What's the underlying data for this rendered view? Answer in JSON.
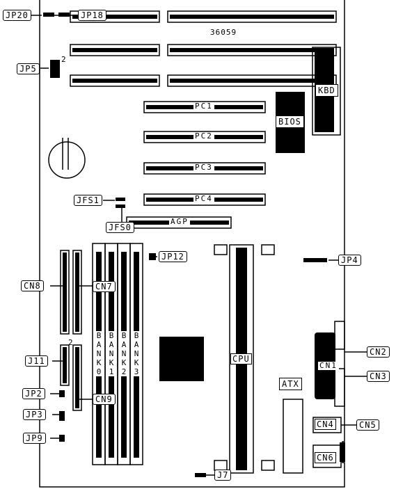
{
  "board_number": "36059",
  "labels": {
    "jp20": "JP20",
    "jp18": "JP18",
    "jp5": "JP5",
    "jp5_pin": "2",
    "kbd": "KBD",
    "bios": "BIOS",
    "pc1": "PC1",
    "pc2": "PC2",
    "pc3": "PC3",
    "pc4": "PC4",
    "jfs1": "JFS1",
    "jfs0": "JFS0",
    "agp": "AGP",
    "jp12": "JP12",
    "jp4": "JP4",
    "cn8": "CN8",
    "cn7": "CN7",
    "bank0": [
      "B",
      "A",
      "N",
      "K",
      "0"
    ],
    "bank1": [
      "B",
      "A",
      "N",
      "K",
      "1"
    ],
    "bank2": [
      "B",
      "A",
      "N",
      "K",
      "2"
    ],
    "bank3": [
      "B",
      "A",
      "N",
      "K",
      "3"
    ],
    "cpu": "CPU",
    "cn1": "CN1",
    "cn2": "CN2",
    "cn3": "CN3",
    "j11": "J11",
    "j11_pin": "2",
    "jp2": "JP2",
    "cn9": "CN9",
    "jp3": "JP3",
    "atx": "ATX",
    "cn4": "CN4",
    "cn5": "CN5",
    "jp9": "JP9",
    "cn6": "CN6",
    "j7": "J7"
  }
}
